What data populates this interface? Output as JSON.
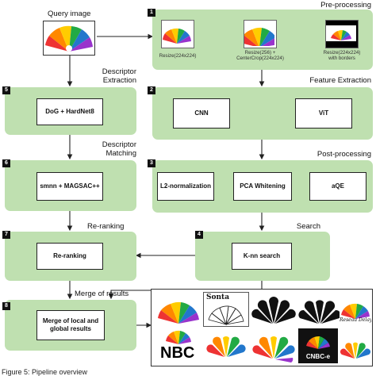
{
  "query": {
    "label": "Query image"
  },
  "preprocessing": {
    "number": "1",
    "title": "Pre-processing",
    "variants": [
      {
        "caption": "Resize(224x224)"
      },
      {
        "caption": "Resize(256) +\nCenterCrop(224x224)"
      },
      {
        "caption": "Resize(224x224)\nwith borders"
      }
    ]
  },
  "feature_extraction": {
    "number": "2",
    "title": "Feature Extraction",
    "cnn": "CNN",
    "vit": "ViT"
  },
  "post_processing": {
    "number": "3",
    "title": "Post-processing",
    "l2": "L2-normalization",
    "pca": "PCA Whitening",
    "aqe": "aQE"
  },
  "search": {
    "number": "4",
    "title": "Search",
    "knn": "K-nn search"
  },
  "descriptor_extraction": {
    "number": "5",
    "title": "Descriptor\nExtraction",
    "method": "DoG + HardNet8"
  },
  "descriptor_matching": {
    "number": "6",
    "title": "Descriptor\nMatching",
    "method": "smnn + MAGSAC++"
  },
  "reranking": {
    "number": "7",
    "title": "Re-ranking",
    "method": "Re-ranking"
  },
  "merge": {
    "number": "8",
    "title": "Merge of results",
    "method": "Merge of local and\nglobal results"
  },
  "results": {
    "labels": [
      "Sonta",
      "NBC",
      "CNBC-e"
    ],
    "script_text": "Reseau Delay"
  },
  "caption": "Figure 5: Pipeline overview"
}
